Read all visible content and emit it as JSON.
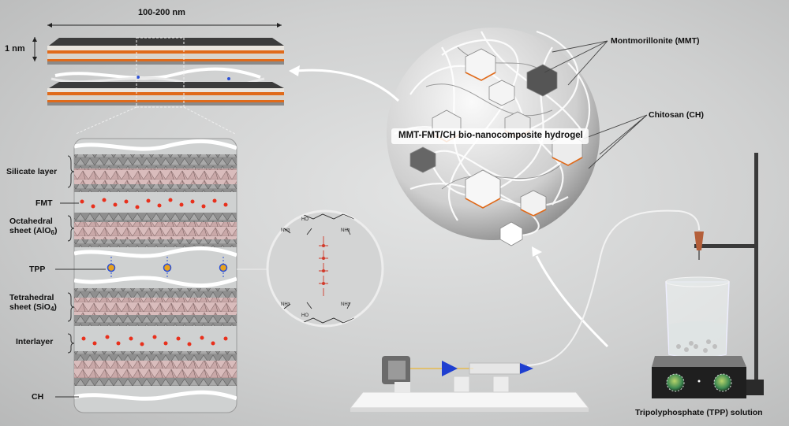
{
  "dimensions": {
    "width_label": "100-200 nm",
    "thickness_label": "1 nm"
  },
  "layer_labels": {
    "silicate": "Silicate layer",
    "fmt": "FMT",
    "octahedral": "Octahedral",
    "octahedral_sheet": "sheet (AlO",
    "octahedral_sub": "6",
    "tpp": "TPP",
    "tetrahedral": "Tetrahedral",
    "tetrahedral_sheet": "sheet (SiO",
    "tetrahedral_sub": "4",
    "interlayer": "Interlayer",
    "ch": "CH"
  },
  "hydrogel": {
    "title": "MMT-FMT/CH bio-nanocomposite hydrogel",
    "mmt_label": "Montmorillonite (MMT)",
    "chitosan_label": "Chitosan (CH)"
  },
  "apparatus": {
    "tpp_solution_label": "Tripolyphosphate (TPP) solution"
  },
  "molecule": {
    "nh3": "NH",
    "nh3_sub": "3",
    "ho": "HO"
  },
  "colors": {
    "accent_orange": "#e06a1a",
    "fmt_dot": "#e8301c",
    "tpp_blue": "#2a4fd6",
    "phosphate_red": "#d23a2a",
    "needle_blue": "#1f3fd0"
  },
  "icons": [
    "arrow-icon",
    "hotplate-knob-icon"
  ]
}
